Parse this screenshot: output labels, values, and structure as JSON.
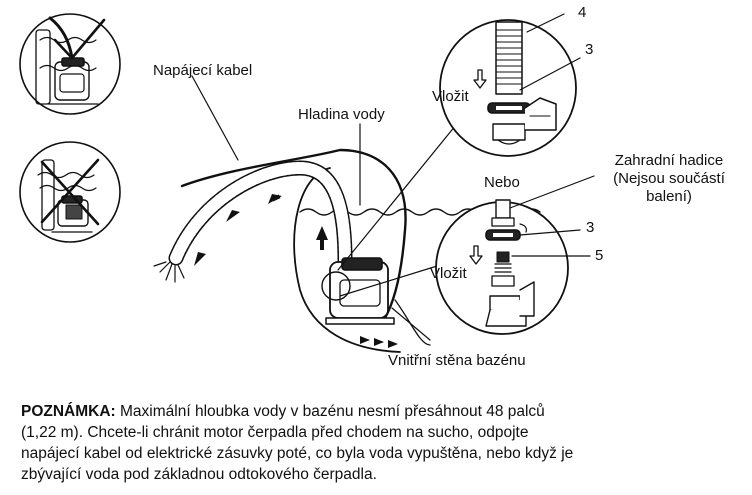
{
  "labels": {
    "power_cable": "Napájecí kabel",
    "water_level": "Hladina vody",
    "insert_top": "Vložit",
    "or": "Nebo",
    "garden_hose_line1": "Zahradní hadice",
    "garden_hose_line2": "(Nejsou součástí",
    "garden_hose_line3": "balení)",
    "insert_bottom": "Vložit",
    "inner_wall": "Vnitřní stěna bazénu"
  },
  "callouts": {
    "top_hose": "4",
    "top_adapter": "3",
    "bottom_adapter": "3",
    "bottom_connector": "5"
  },
  "note": {
    "heading": "POZNÁMKA:",
    "line1": " Maximální hloubka vody v bazénu nesmí přesáhnout 48 palců",
    "line2": "(1,22 m). Chcete-li chránit motor čerpadla před chodem na sucho, odpojte",
    "line3": "napájecí kabel od elektrické zásuvky poté, co byla voda vypuštěna, nebo když je",
    "line4": "zbývající voda pod základnou odtokového čerpadla."
  },
  "colors": {
    "line": "#111111",
    "background": "#ffffff"
  },
  "icons": [
    "check-mark-icon",
    "cross-mark-icon",
    "flow-arrow-icon",
    "insert-arrow-icon"
  ]
}
